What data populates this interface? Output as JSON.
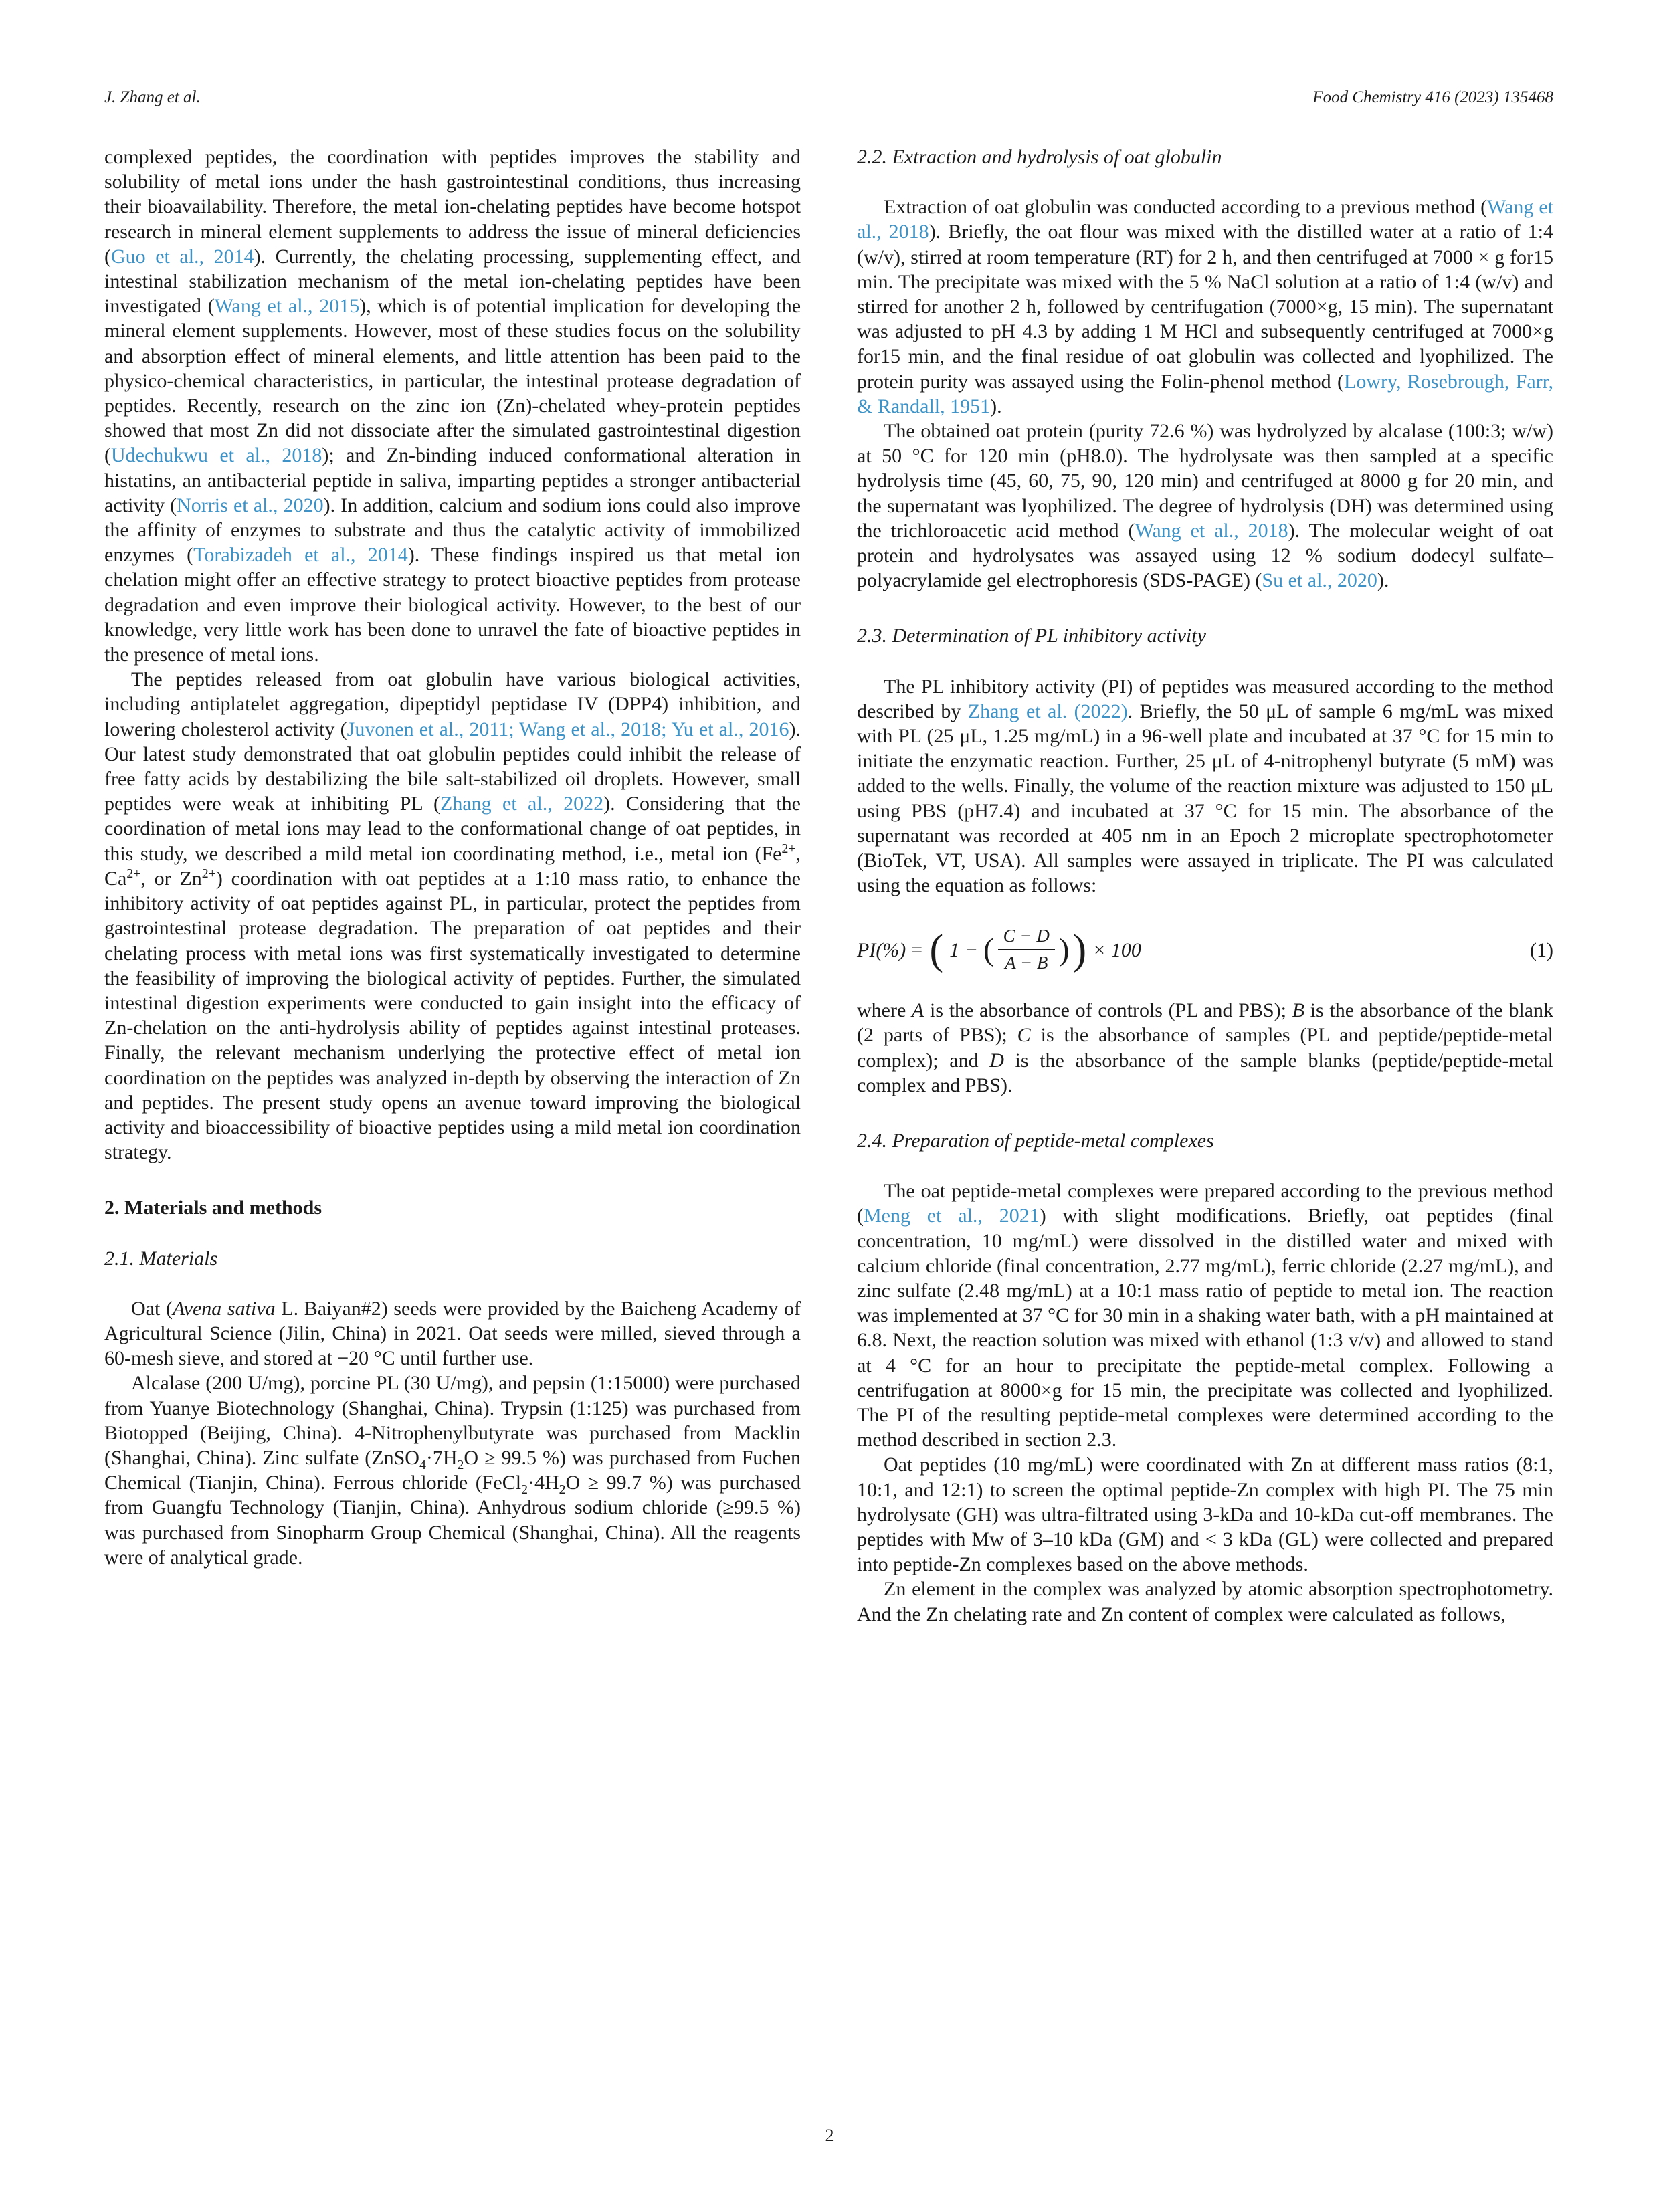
{
  "colors": {
    "link": "#3e92c5",
    "text": "#1b1b1b"
  },
  "header": {
    "authors": "J. Zhang et al.",
    "journal": "Food Chemistry 416 (2023) 135468"
  },
  "page_number": "2",
  "left_column": {
    "blocks": [
      {
        "type": "p",
        "indent": false,
        "segments": [
          {
            "text": "complexed peptides, the coordination with peptides improves the stability and solubility of metal ions under the hash gastrointestinal conditions, thus increasing their bioavailability. Therefore, the metal ion-chelating peptides have become hotspot research in mineral element supplements to address the issue of mineral deficiencies ("
          },
          {
            "text": "Guo et al., 2014",
            "style": "link"
          },
          {
            "text": "). Currently, the chelating processing, supplementing effect, and intestinal stabilization mechanism of the metal ion-chelating peptides have been investigated ("
          },
          {
            "text": "Wang et al., 2015",
            "style": "link"
          },
          {
            "text": "), which is of potential implication for developing the mineral element supplements. However, most of these studies focus on the solubility and absorption effect of mineral elements, and little attention has been paid to the physico-chemical characteristics, in particular, the intestinal protease degradation of peptides. Recently, research on the zinc ion (Zn)-chelated whey-protein peptides showed that most Zn did not dissociate after the simulated gastrointestinal digestion ("
          },
          {
            "text": "Udechukwu et al., 2018",
            "style": "link"
          },
          {
            "text": "); and Zn-binding induced conformational alteration in histatins, an antibacterial peptide in saliva, imparting peptides a stronger antibacterial activity ("
          },
          {
            "text": "Norris et al., 2020",
            "style": "link"
          },
          {
            "text": "). In addition, calcium and sodium ions could also improve the affinity of enzymes to substrate and thus the catalytic activity of immobilized enzymes ("
          },
          {
            "text": "Torabizadeh et al., 2014",
            "style": "link"
          },
          {
            "text": "). These findings inspired us that metal ion chelation might offer an effective strategy to protect bioactive peptides from protease degradation and even improve their biological activity. However, to the best of our knowledge, very little work has been done to unravel the fate of bioactive peptides in the presence of metal ions."
          }
        ]
      },
      {
        "type": "p",
        "segments": [
          {
            "text": "The peptides released from oat globulin have various biological activities, including antiplatelet aggregation, dipeptidyl peptidase IV (DPP4) inhibition, and lowering cholesterol activity ("
          },
          {
            "text": "Juvonen et al., 2011; Wang et al., 2018; Yu et al., 2016",
            "style": "link"
          },
          {
            "text": "). Our latest study demonstrated that oat globulin peptides could inhibit the release of free fatty acids by destabilizing the bile salt-stabilized oil droplets. However, small peptides were weak at inhibiting PL ("
          },
          {
            "text": "Zhang et al., 2022",
            "style": "link"
          },
          {
            "text": "). Considering that the coordination of metal ions may lead to the conformational change of oat peptides, in this study, we described a mild metal ion coordinating method, i.e., metal ion (Fe"
          },
          {
            "text": "2+",
            "style": "sup"
          },
          {
            "text": ", Ca"
          },
          {
            "text": "2+",
            "style": "sup"
          },
          {
            "text": ", or Zn"
          },
          {
            "text": "2+",
            "style": "sup"
          },
          {
            "text": ") coordination with oat peptides at a 1:10 mass ratio, to enhance the inhibitory activity of oat peptides against PL, in particular, protect the peptides from gastrointestinal protease degradation. The preparation of oat peptides and their chelating process with metal ions was first systematically investigated to determine the feasibility of improving the biological activity of peptides. Further, the simulated intestinal digestion experiments were conducted to gain insight into the efficacy of Zn-chelation on the anti-hydrolysis ability of peptides against intestinal proteases. Finally, the relevant mechanism underlying the protective effect of metal ion coordination on the peptides was analyzed in-depth by observing the interaction of Zn and peptides. The present study opens an avenue toward improving the biological activity and bioaccessibility of bioactive peptides using a mild metal ion coordination strategy."
          }
        ]
      },
      {
        "type": "h2",
        "text": "2. Materials and methods"
      },
      {
        "type": "h3",
        "text": "2.1. Materials"
      },
      {
        "type": "p",
        "segments": [
          {
            "text": "Oat ("
          },
          {
            "text": "Avena sativa",
            "style": "italic"
          },
          {
            "text": " L. Baiyan#2) seeds were provided by the Baicheng Academy of Agricultural Science (Jilin, China) in 2021. Oat seeds were milled, sieved through a 60-mesh sieve, and stored at −20 °C until further use."
          }
        ]
      },
      {
        "type": "p",
        "segments": [
          {
            "text": "Alcalase (200 U/mg), porcine PL (30 U/mg), and pepsin (1:15000) were purchased from Yuanye Biotechnology (Shanghai, China). Trypsin (1:125) was purchased from Biotopped (Beijing, China). 4-Nitrophenylbutyrate was purchased from Macklin (Shanghai, China). Zinc sulfate (ZnSO"
          },
          {
            "text": "4",
            "style": "sub"
          },
          {
            "text": "·7H"
          },
          {
            "text": "2",
            "style": "sub"
          },
          {
            "text": "O ≥ 99.5 %) was purchased from Fuchen Chemical (Tianjin, China). Ferrous chloride (FeCl"
          },
          {
            "text": "2",
            "style": "sub"
          },
          {
            "text": "·4H"
          },
          {
            "text": "2",
            "style": "sub"
          },
          {
            "text": "O ≥ 99.7 %) was purchased from Guangfu Technology (Tianjin, China). Anhydrous sodium chloride (≥99.5 %) was purchased from Sinopharm Group Chemical (Shanghai, China). All the reagents were of analytical grade."
          }
        ]
      }
    ]
  },
  "right_column": {
    "blocks": [
      {
        "type": "h3",
        "text": "2.2. Extraction and hydrolysis of oat globulin"
      },
      {
        "type": "p",
        "segments": [
          {
            "text": "Extraction of oat globulin was conducted according to a previous method ("
          },
          {
            "text": "Wang et al., 2018",
            "style": "link"
          },
          {
            "text": "). Briefly, the oat flour was mixed with the distilled water at a ratio of 1:4 (w/v), stirred at room temperature (RT) for 2 h, and then centrifuged at 7000 × g for15 min. The precipitate was mixed with the 5 % NaCl solution at a ratio of 1:4 (w/v) and stirred for another 2 h, followed by centrifugation (7000×g, 15 min). The supernatant was adjusted to pH 4.3 by adding 1 M HCl and subsequently centrifuged at 7000×g for15 min, and the final residue of oat globulin was collected and lyophilized. The protein purity was assayed using the Folin-phenol method ("
          },
          {
            "text": "Lowry, Rosebrough, Farr, & Randall, 1951",
            "style": "link"
          },
          {
            "text": ")."
          }
        ]
      },
      {
        "type": "p",
        "segments": [
          {
            "text": "The obtained oat protein (purity 72.6 %) was hydrolyzed by alcalase (100:3; w/w) at 50 °C for 120 min (pH8.0). The hydrolysate was then sampled at a specific hydrolysis time (45, 60, 75, 90, 120 min) and centrifuged at 8000 g for 20 min, and the supernatant was lyophilized. The degree of hydrolysis (DH) was determined using the trichloroacetic acid method ("
          },
          {
            "text": "Wang et al., 2018",
            "style": "link"
          },
          {
            "text": "). The molecular weight of oat protein and hydrolysates was assayed using 12 % sodium dodecyl sulfate–polyacrylamide gel electrophoresis (SDS-PAGE) ("
          },
          {
            "text": "Su et al., 2020",
            "style": "link"
          },
          {
            "text": ")."
          }
        ]
      },
      {
        "type": "h3",
        "text": "2.3. Determination of PL inhibitory activity"
      },
      {
        "type": "p",
        "segments": [
          {
            "text": "The PL inhibitory activity (PI) of peptides was measured according to the method described by "
          },
          {
            "text": "Zhang et al. (2022)",
            "style": "link"
          },
          {
            "text": ". Briefly, the 50 μL of sample 6 mg/mL was mixed with PL (25 μL, 1.25 mg/mL) in a 96-well plate and incubated at 37 °C for 15 min to initiate the enzymatic reaction. Further, 25 μL of 4-nitrophenyl butyrate (5 mM) was added to the wells. Finally, the volume of the reaction mixture was adjusted to 150 μL using PBS (pH7.4) and incubated at 37 °C for 15 min. The absorbance of the supernatant was recorded at 405 nm in an Epoch 2 microplate spectrophotometer (BioTek, VT, USA). All samples were assayed in triplicate. The PI was calculated using the equation as follows:"
          }
        ]
      },
      {
        "type": "formula",
        "lhs": "PI(%)",
        "eq": "=",
        "pre": "1 −",
        "num": "C − D",
        "den": "A − B",
        "post": "× 100",
        "number": "(1)"
      },
      {
        "type": "p",
        "indent": false,
        "segments": [
          {
            "text": "where "
          },
          {
            "text": "A",
            "style": "italic"
          },
          {
            "text": " is the absorbance of controls (PL and PBS); "
          },
          {
            "text": "B",
            "style": "italic"
          },
          {
            "text": " is the absorbance of the blank (2 parts of PBS); "
          },
          {
            "text": "C",
            "style": "italic"
          },
          {
            "text": " is the absorbance of samples (PL and peptide/peptide-metal complex); and "
          },
          {
            "text": "D",
            "style": "italic"
          },
          {
            "text": " is the absorbance of the sample blanks (peptide/peptide-metal complex and PBS)."
          }
        ]
      },
      {
        "type": "h3",
        "text": "2.4. Preparation of peptide-metal complexes"
      },
      {
        "type": "p",
        "segments": [
          {
            "text": "The oat peptide-metal complexes were prepared according to the previous method ("
          },
          {
            "text": "Meng et al., 2021",
            "style": "link"
          },
          {
            "text": ") with slight modifications. Briefly, oat peptides (final concentration, 10 mg/mL) were dissolved in the distilled water and mixed with calcium chloride (final concentration, 2.77 mg/mL), ferric chloride (2.27 mg/mL), and zinc sulfate (2.48 mg/mL) at a 10:1 mass ratio of peptide to metal ion. The reaction was implemented at 37 °C for 30 min in a shaking water bath, with a pH maintained at 6.8. Next, the reaction solution was mixed with ethanol (1:3 v/v) and allowed to stand at 4 °C for an hour to precipitate the peptide-metal complex. Following a centrifugation at 8000×g for 15 min, the precipitate was collected and lyophilized. The PI of the resulting peptide-metal complexes were determined according to the method described in section 2.3."
          }
        ]
      },
      {
        "type": "p",
        "segments": [
          {
            "text": "Oat peptides (10 mg/mL) were coordinated with Zn at different mass ratios (8:1, 10:1, and 12:1) to screen the optimal peptide-Zn complex with high PI. The 75 min hydrolysate (GH) was ultra-filtrated using 3-kDa and 10-kDa cut-off membranes. The peptides with Mw of 3–10 kDa (GM) and < 3 kDa (GL) were collected and prepared into peptide-Zn complexes based on the above methods."
          }
        ]
      },
      {
        "type": "p",
        "segments": [
          {
            "text": "Zn element in the complex was analyzed by atomic absorption spectrophotometry. And the Zn chelating rate and Zn content of complex were calculated as follows,"
          }
        ]
      }
    ]
  }
}
